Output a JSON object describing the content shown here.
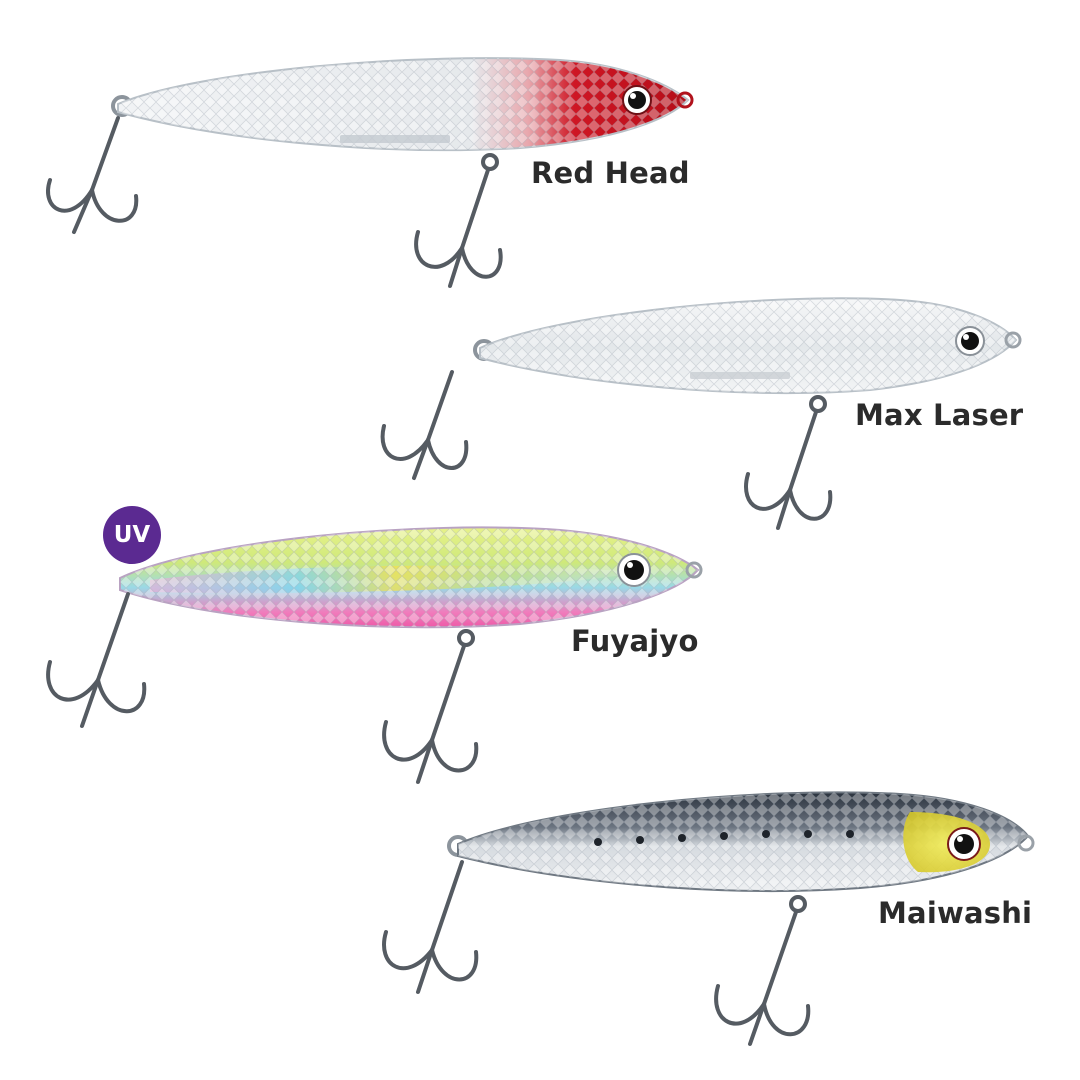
{
  "lures": [
    {
      "label": "Red Head",
      "colors": {
        "body": "#e9ecef",
        "head": "#c8101c"
      }
    },
    {
      "label": "Max Laser",
      "colors": {
        "body": "#e8ebee"
      }
    },
    {
      "label": "Fuyajyo",
      "colors": {
        "top": "#c7e86a",
        "mid": "#8fd3df",
        "belly": "#ee6fb6"
      },
      "badge": "UV"
    },
    {
      "label": "Maiwashi",
      "colors": {
        "back": "#2c3440",
        "side": "#cdd3d9",
        "head": "#e6e23a"
      }
    }
  ],
  "badge_color": "#5b2a91"
}
